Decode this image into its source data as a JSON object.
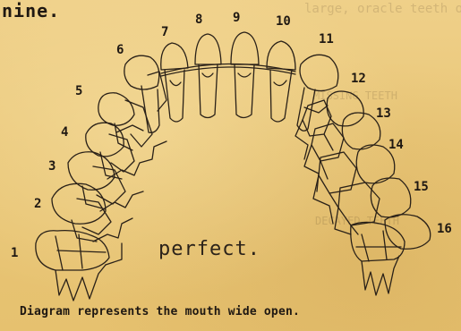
{
  "header_fragment": "nine.",
  "ghost_text": {
    "top_right": "large, oracle teeth of these",
    "mid_right": "MISSING TEETH",
    "lower_right": "DECAYED TEETH"
  },
  "tooth_numbers": [
    "1",
    "2",
    "3",
    "4",
    "5",
    "6",
    "7",
    "8",
    "9",
    "10",
    "11",
    "12",
    "13",
    "14",
    "15",
    "16"
  ],
  "center_label": "perfect.",
  "caption": "Diagram represents the mouth wide open.",
  "colors": {
    "paper": "#eccb7f",
    "ink": "#2a2118"
  }
}
